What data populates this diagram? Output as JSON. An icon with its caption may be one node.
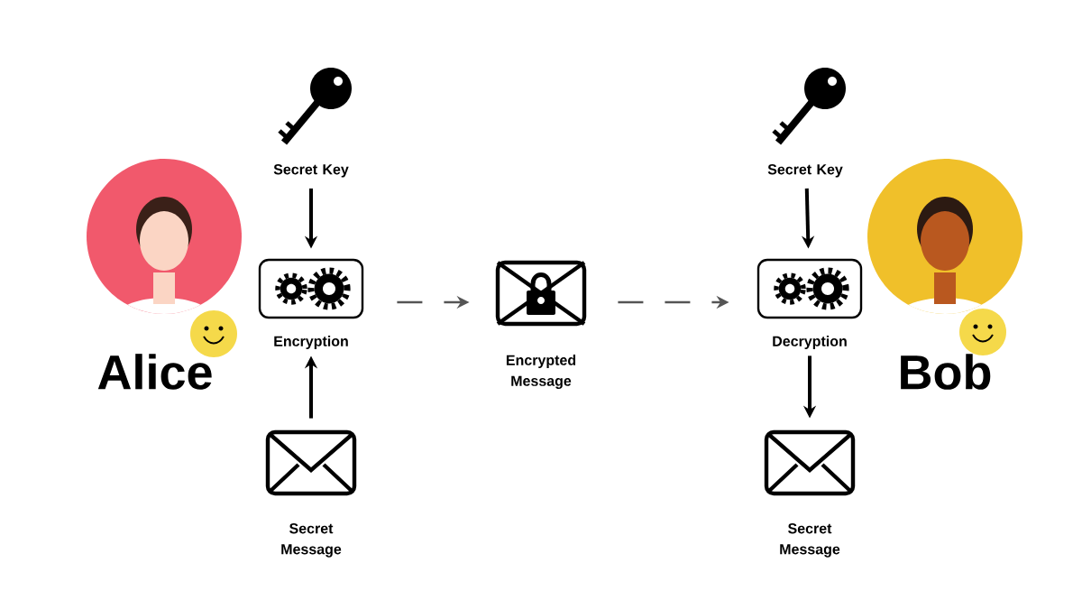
{
  "diagram": {
    "nodes": [
      {
        "text": [],
        "shape": "picture",
        "beside": [
          "Secret Key"
        ]
      },
      {
        "text": [],
        "shape": "picture",
        "beside": [
          "Encryption"
        ]
      },
      {
        "text": [],
        "shape": "picture",
        "beside": [
          "Secret Message"
        ]
      },
      {
        "text": [],
        "shape": "picture",
        "beside": [
          "Encrypted Message"
        ]
      },
      {
        "text": [],
        "shape": "picture",
        "beside": [
          "Secret Key"
        ]
      },
      {
        "text": [],
        "shape": "picture",
        "beside": [
          "Decryption"
        ]
      },
      {
        "text": [],
        "shape": "picture",
        "beside": [
          "Secret Message"
        ]
      }
    ],
    "edges": [
      {
        "from": 0,
        "to": 1,
        "arrow": "to"
      },
      {
        "from": 2,
        "to": 1,
        "arrow": "to"
      },
      {
        "from": 1,
        "to": 3,
        "arrow": "to",
        "style": "dashed",
        "color": "#555555"
      },
      {
        "from": 3,
        "to": 5,
        "arrow": "to",
        "style": "dashed",
        "color": "#555555"
      },
      {
        "from": 4,
        "to": 5,
        "arrow": "to"
      },
      {
        "from": 5,
        "to": 6,
        "arrow": "to"
      }
    ],
    "labels": [
      "Alice",
      "Bob"
    ]
  }
}
